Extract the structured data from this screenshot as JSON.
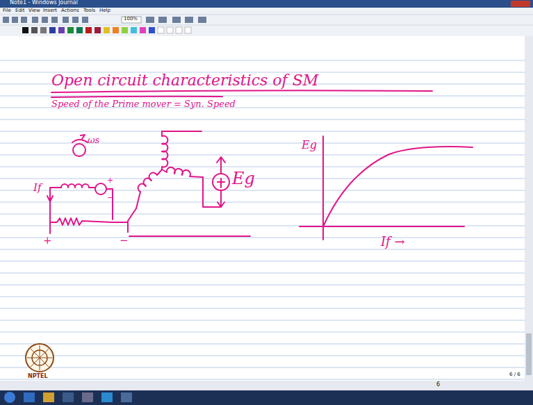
{
  "diagram": {
    "title": "Open circuit characteristics of SM",
    "labels": [
      "Note1 - Windows Journal",
      "File",
      "Edit",
      "View",
      "Insert",
      "Actions",
      "Tools",
      "Help",
      "100%",
      "Speed of the Prime mover = Syn. Speed",
      "ωs",
      "If",
      "+",
      "−",
      "+",
      "−",
      "Eg",
      "Eg",
      "If →",
      "6",
      "6 / 6",
      "NPTEL"
    ]
  }
}
